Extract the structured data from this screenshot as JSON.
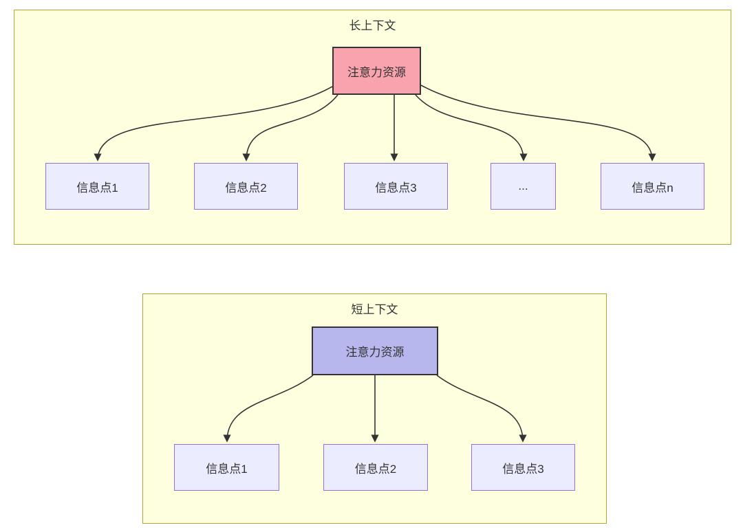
{
  "colors": {
    "group_fill": "#feffde",
    "group_border": "#aaaa33",
    "attention_long_fill": "#f9a3ae",
    "attention_short_fill": "#b7b7ee",
    "info_node_fill": "#ececff",
    "info_node_border": "#9370db",
    "edge_line": "#333333",
    "text": "#333333"
  },
  "long_context": {
    "title": "长上下文",
    "attention_label": "注意力资源",
    "nodes": [
      "信息点1",
      "信息点2",
      "信息点3",
      "...",
      "信息点n"
    ]
  },
  "short_context": {
    "title": "短上下文",
    "attention_label": "注意力资源",
    "nodes": [
      "信息点1",
      "信息点2",
      "信息点3"
    ]
  }
}
